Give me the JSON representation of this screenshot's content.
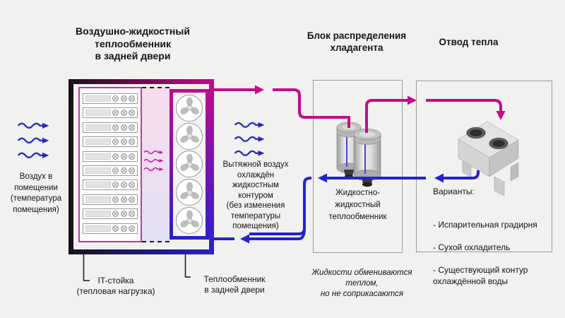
{
  "colors": {
    "hot": "#c40a8c",
    "cold": "#2424cc",
    "air": "#2a2abd",
    "strip_arrow": "#c81ba2"
  },
  "titles": {
    "rear_door": "Воздушно-жидкостный\nтеплообменник\nв задней двери",
    "cdu": "Блок распределения\nхладагента",
    "heat_rejection": "Отвод тепла"
  },
  "labels": {
    "room_air": "Воздух в\nпомещении\n(температура\nпомещения)",
    "exhaust_air": "Вытяжной воздух\nохлаждён\nжидкостным\nконтуром\n(без изменения\nтемпературы\nпомещения)",
    "llhx": "Жидкостно-\nжидкостный\nтеплообменник",
    "it_rack": "IT-стойка\n(тепловая нагрузка)",
    "rdhx": "Теплообменник\nв задней двери",
    "note": "Жидкости обмениваются\nтеплом,\nно не соприкасаются",
    "options_title": "Варианты:",
    "options": [
      "- Испарительная градирня",
      "- Сухой охладитель",
      "- Существующий контур\nохлаждённой воды"
    ]
  },
  "rack": {
    "server_count": 10,
    "fan_count": 5
  }
}
